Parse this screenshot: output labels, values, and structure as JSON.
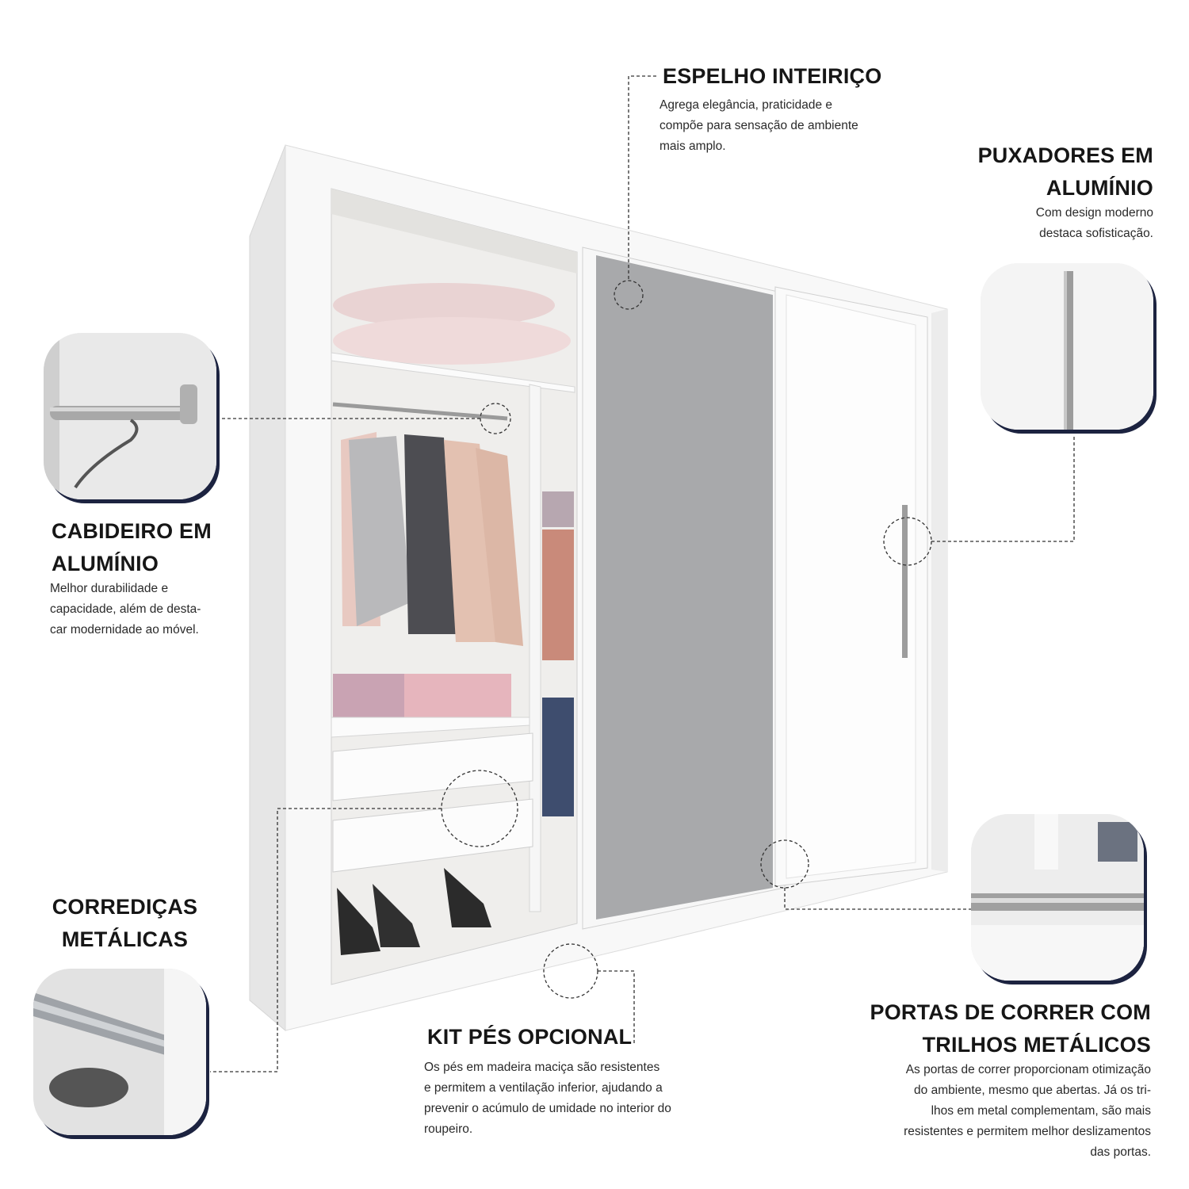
{
  "features": {
    "espelho": {
      "title": "ESPELHO INTEIRIÇO",
      "desc": [
        "Agrega elegância, praticidade e",
        "compõe para sensação de ambiente",
        "mais amplo."
      ]
    },
    "puxadores": {
      "title": [
        "PUXADORES EM",
        "ALUMÍNIO"
      ],
      "desc": [
        "Com design moderno",
        "destaca sofisticação."
      ]
    },
    "cabideiro": {
      "title": [
        "CABIDEIRO EM",
        "ALUMÍNIO"
      ],
      "desc": [
        "Melhor durabilidade e",
        "capacidade, além de desta-",
        "car modernidade ao móvel."
      ]
    },
    "corredicas": {
      "title": [
        "CORREDIÇAS",
        "METÁLICAS"
      ]
    },
    "kit_pes": {
      "title": "KIT PÉS OPCIONAL",
      "desc": [
        "Os pés em madeira maciça são resistentes",
        "e permitem a ventilação inferior, ajudando a",
        "prevenir o acúmulo de umidade no interior do",
        "roupeiro."
      ]
    },
    "portas": {
      "title": [
        "PORTAS DE CORRER COM",
        "TRILHOS METÁLICOS"
      ],
      "desc": [
        "As portas de correr proporcionam otimização",
        "do ambiente, mesmo que abertas. Já os tri-",
        "lhos em metal complementam, são mais",
        "resistentes e permitem melhor deslizamentos",
        "das portas."
      ]
    }
  },
  "colors": {
    "mirror": "#a8a9ab",
    "frame": "#f7f7f7",
    "inset_border": "#1c2340"
  }
}
